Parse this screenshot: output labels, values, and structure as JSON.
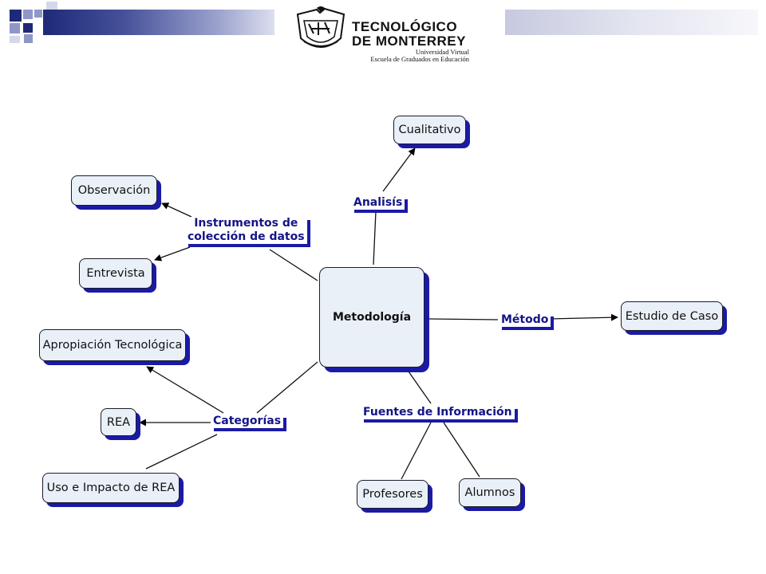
{
  "header": {
    "logo": {
      "title_line1": "TECNOLÓGICO",
      "title_line2": "DE MONTERREY",
      "subtitle_line1": "Universidad Virtual",
      "subtitle_line2": "Escuela de Graduados en Educación"
    }
  },
  "map": {
    "center": "Metodología",
    "nodes": {
      "cualitativo": "Cualitativo",
      "observacion": "Observación",
      "entrevista": "Entrevista",
      "estudio_caso": "Estudio de Caso",
      "apropiacion": "Apropiación Tecnológica",
      "rea": "REA",
      "uso_impacto": "Uso e Impacto de REA",
      "profesores": "Profesores",
      "alumnos": "Alumnos"
    },
    "links": {
      "analisis": "Analisís",
      "instrumentos_1": "Instrumentos de",
      "instrumentos_2": "colección de datos",
      "metodo": "Método",
      "categorias": "Categorías",
      "fuentes": "Fuentes de Información"
    }
  },
  "colors": {
    "node_fill": "#e9f0f7",
    "shadow_blue": "#1a1aa6",
    "label_text": "#141488"
  }
}
